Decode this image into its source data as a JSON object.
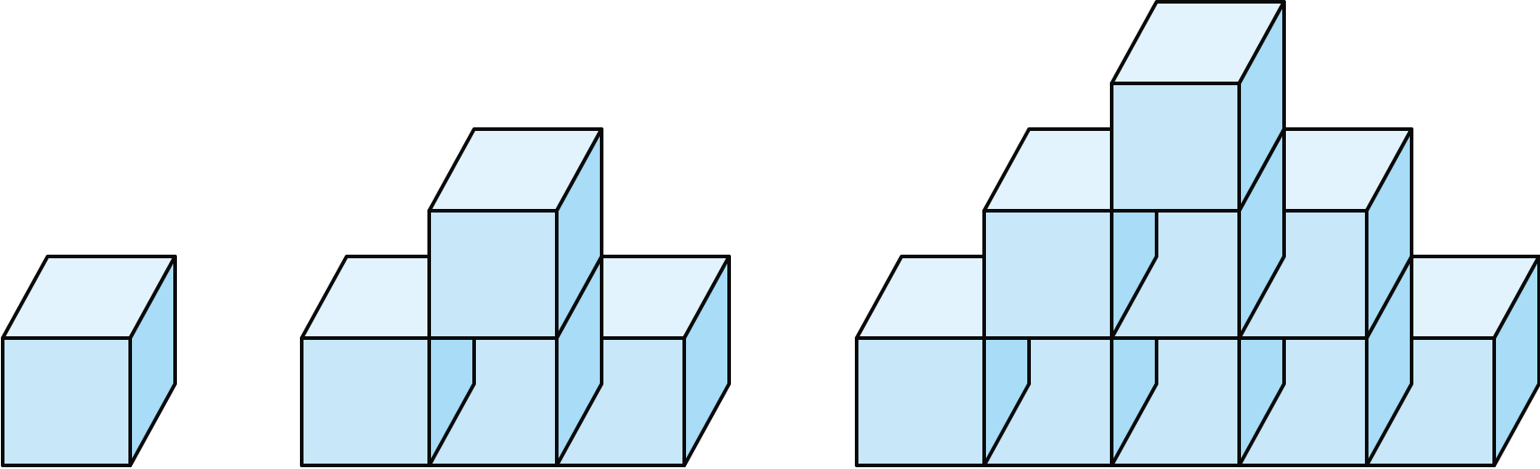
{
  "figure": {
    "colors": {
      "front": "#c8e7f9",
      "top": "#e2f3fd",
      "side": "#a8dcf7",
      "edge": "#0a0a0a",
      "background": "#ffffff"
    },
    "figures": [
      {
        "cubes": [
          {
            "col": 0,
            "row": 0
          }
        ]
      },
      {
        "cubes": [
          {
            "col": 0,
            "row": 0
          },
          {
            "col": 1,
            "row": 0
          },
          {
            "col": 2,
            "row": 0
          },
          {
            "col": 1,
            "row": 1
          }
        ]
      },
      {
        "cubes": [
          {
            "col": 0,
            "row": 0
          },
          {
            "col": 1,
            "row": 0
          },
          {
            "col": 2,
            "row": 0
          },
          {
            "col": 3,
            "row": 0
          },
          {
            "col": 4,
            "row": 0
          },
          {
            "col": 1,
            "row": 1
          },
          {
            "col": 2,
            "row": 1
          },
          {
            "col": 3,
            "row": 1
          },
          {
            "col": 2,
            "row": 2
          }
        ]
      }
    ]
  }
}
